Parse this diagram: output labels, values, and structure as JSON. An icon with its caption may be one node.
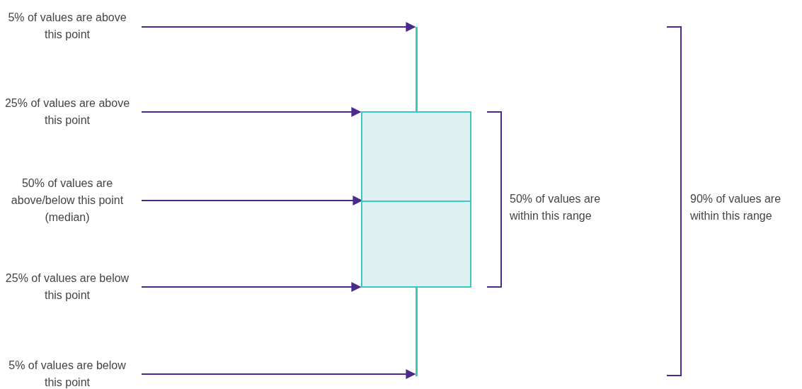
{
  "diagram": {
    "nodes": [
      {
        "text": [
          "5% of values are above this point"
        ]
      },
      {
        "text": [
          "25% of values are above this point"
        ]
      },
      {
        "text": [
          "50% of values are above/below this point (median)"
        ]
      },
      {
        "text": [
          "25% of values are below this point"
        ]
      },
      {
        "text": [
          "5% of values are below this point"
        ]
      },
      {
        "text": [],
        "shape": "line"
      },
      {
        "text": [],
        "shape": "box"
      },
      {
        "text": [],
        "shape": "line",
        "in": 6
      },
      {
        "text": [],
        "shape": "line"
      }
    ],
    "edges": [
      {
        "from": 0,
        "to": 5,
        "arrow": "to"
      },
      {
        "from": 1,
        "to": 6,
        "arrow": "to"
      },
      {
        "from": 2,
        "to": 7,
        "arrow": "to"
      },
      {
        "from": 3,
        "to": 6,
        "arrow": "to"
      },
      {
        "from": 4,
        "to": 8,
        "arrow": "to"
      }
    ],
    "labels": [
      "50% of values are within this range",
      "90% of values are within this range"
    ]
  }
}
